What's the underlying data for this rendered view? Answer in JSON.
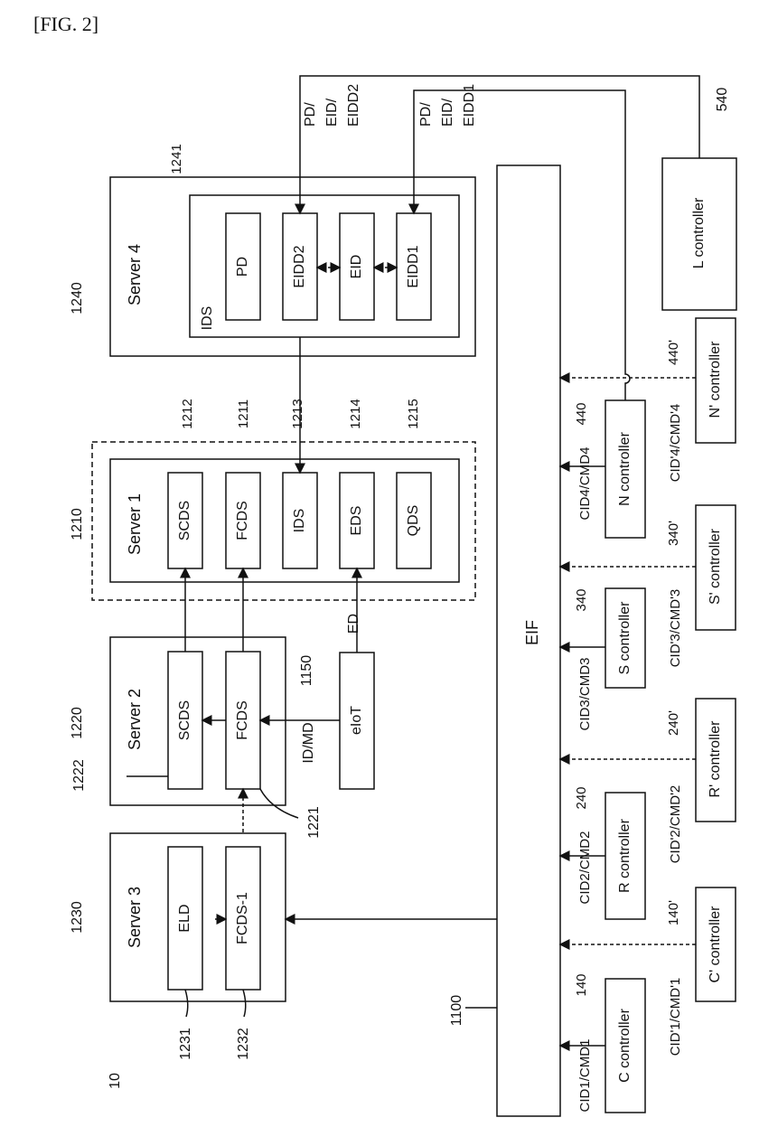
{
  "figure_label": "[FIG. 2]",
  "system_ref": "10",
  "servers": {
    "server3": {
      "ref": "1230",
      "title": "Server 3",
      "boxes": [
        {
          "label": "ELD",
          "ref": "1231"
        },
        {
          "label": "FCDS-1",
          "ref": "1232"
        }
      ]
    },
    "server2": {
      "ref": "1220",
      "title": "Server 2",
      "boxes": [
        {
          "label": "SCDS",
          "ref": "1222"
        },
        {
          "label": "FCDS",
          "ref": "1221"
        }
      ]
    },
    "server1": {
      "ref": "1210",
      "title": "Server 1",
      "boxes": [
        {
          "label": "SCDS",
          "ref": "1212"
        },
        {
          "label": "FCDS",
          "ref": "1211"
        },
        {
          "label": "IDS",
          "ref": "1213"
        },
        {
          "label": "EDS",
          "ref": "1214"
        },
        {
          "label": "QDS",
          "ref": "1215"
        }
      ]
    },
    "server4": {
      "ref": "1240",
      "title": "Server 4",
      "ids_label": "IDS",
      "ids_ref": "1241",
      "boxes": [
        {
          "label": "PD"
        },
        {
          "label": "EIDD2"
        },
        {
          "label": "EID"
        },
        {
          "label": "EIDD1"
        }
      ]
    }
  },
  "eiot": {
    "label": "eIoT",
    "ref": "1150",
    "in_label": "ID/MD",
    "out_label": "ED"
  },
  "eif": {
    "label": "EIF",
    "ref": "1100"
  },
  "l_controller": {
    "label": "L controller",
    "ref": "540"
  },
  "pd_labels": {
    "a": [
      "PD/",
      "EID/",
      "EIDD2"
    ],
    "b": [
      "PD/",
      "EID/",
      "EIDD1"
    ]
  },
  "controllers": [
    {
      "label": "C controller",
      "ref": "140",
      "signal": "CID1/CMD1"
    },
    {
      "label": "R controller",
      "ref": "240",
      "signal": "CID2/CMD2"
    },
    {
      "label": "S controller",
      "ref": "340",
      "signal": "CID3/CMD3"
    },
    {
      "label": "N controller",
      "ref": "440",
      "signal": "CID4/CMD4"
    }
  ],
  "prime_controllers": [
    {
      "label": "C' controller",
      "ref": "140'",
      "signal": "CID'1/CMD'1"
    },
    {
      "label": "R' controller",
      "ref": "240'",
      "signal": "CID'2/CMD'2"
    },
    {
      "label": "S' controller",
      "ref": "340'",
      "signal": "CID'3/CMD'3"
    },
    {
      "label": "N' controller",
      "ref": "440'",
      "signal": "CID'4/CMD'4"
    }
  ]
}
